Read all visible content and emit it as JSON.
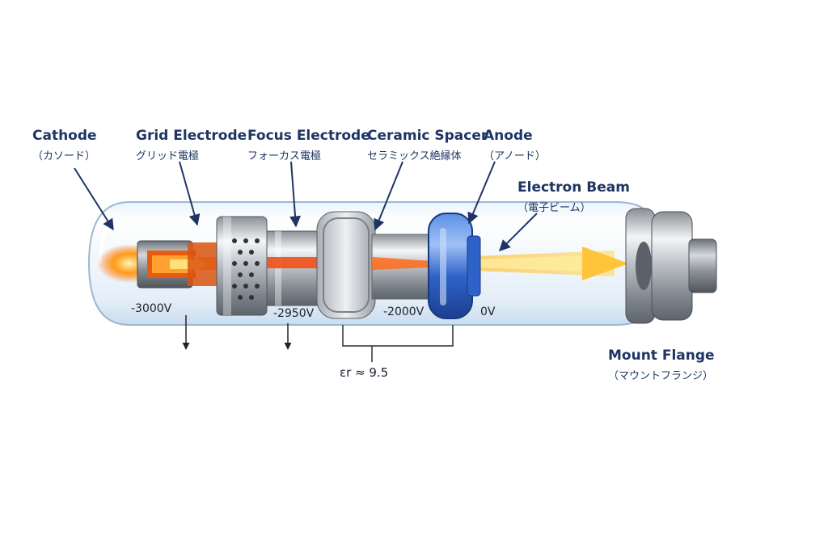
{
  "labels": {
    "cathode": {
      "en": "Cathode",
      "ja": "（カソード）"
    },
    "grid": {
      "en": "Grid Electrode",
      "ja": "グリッド電極"
    },
    "focus": {
      "en": "Focus Electrode",
      "ja": "フォーカス電極"
    },
    "spacer": {
      "en": "Ceramic Spacer",
      "ja": "セラミックス絶縁体"
    },
    "anode": {
      "en": "Anode",
      "ja": "（アノード）"
    },
    "beam": {
      "en": "Electron Beam",
      "ja": "（電子ビーム）"
    },
    "flange": {
      "en": "Mount Flange",
      "ja": "（マウントフランジ）"
    }
  },
  "voltages": {
    "cathode": "-3000V",
    "focus": "-2950V",
    "spacer": "-2000V",
    "anode": "0V"
  },
  "permittivity": "εr ≈ 9.5",
  "colors": {
    "label_text": "#1e3563",
    "beam": "#ff9a1a",
    "anode": "#2f62c8",
    "glass": "#cfe3f5"
  }
}
